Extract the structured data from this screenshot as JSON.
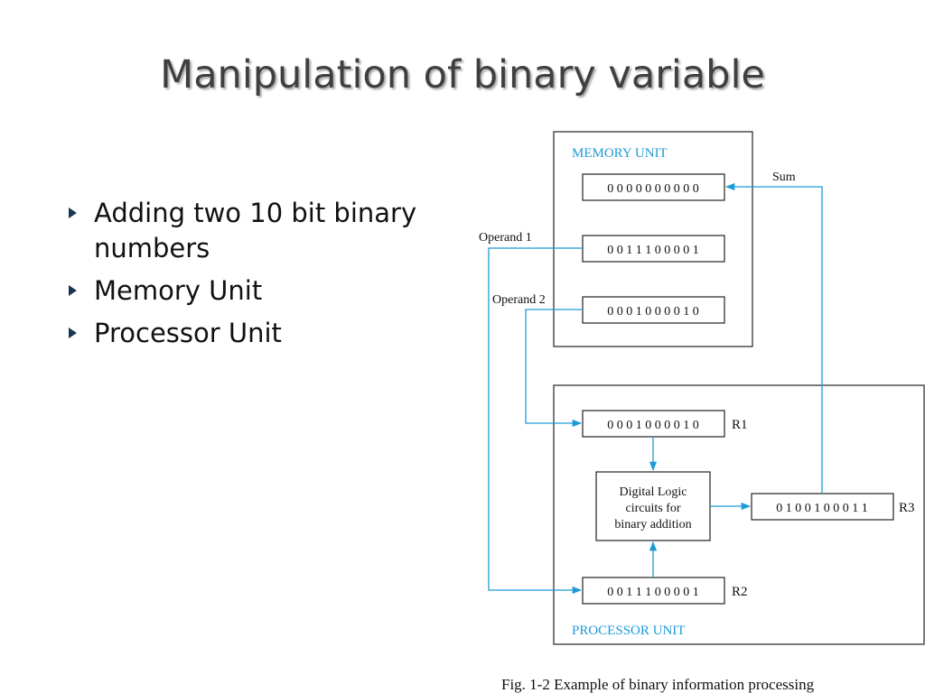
{
  "slide": {
    "title": "Manipulation of binary variable",
    "bullets": [
      "Adding two 10 bit binary numbers",
      "Memory Unit",
      "Processor Unit"
    ]
  },
  "figure": {
    "accent_color": "#1e9bd7",
    "memory_unit_label": "MEMORY UNIT",
    "processor_unit_label": "PROCESSOR UNIT",
    "memory_words": [
      "0 0 0 0 0 0 0 0 0 0",
      "0 0 1 1 1 0 0 0 0 1",
      "0 0 0 1 0 0 0 0 1 0"
    ],
    "labels": {
      "sum": "Sum",
      "operand1": "Operand 1",
      "operand2": "Operand 2"
    },
    "registers": {
      "r1": {
        "name": "R1",
        "value": "0 0 0 1 0 0 0 0 1 0"
      },
      "r2": {
        "name": "R2",
        "value": "0 0 1 1 1 0 0 0 0 1"
      },
      "r3": {
        "name": "R3",
        "value": "0 1 0 0 1 0 0 0 1 1"
      }
    },
    "logic_lines": [
      "Digital Logic",
      "circuits for",
      "binary addition"
    ],
    "caption": "Fig. 1-2  Example of binary information processing"
  }
}
